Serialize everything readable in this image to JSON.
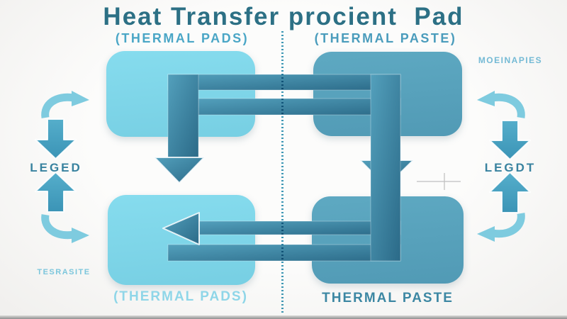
{
  "title": "Heat Transfer procient  Pad",
  "subtitles": {
    "left": "(THERMAL PADS)",
    "right": "(THERMAL PASTE)"
  },
  "bottom_labels": {
    "left": "(THERMAL PADS)",
    "right": "THERMAL PASTE"
  },
  "side": {
    "left_mid": "LEGED",
    "right_mid": "LEGDT",
    "left_bottom": "TESRASITE",
    "top_right": "MOEINAPIES"
  },
  "colors": {
    "title_color": "#2c7085",
    "subtitle_left_color": "#4aa6c6",
    "subtitle_right_color": "#4a9cbc",
    "block_light": "#7ed5e9",
    "block_teal": "#58a2bc",
    "flow_band_start": "#53a0bc",
    "flow_band_end": "#2b6a88",
    "side_arrow_start": "#55aecb",
    "side_arrow_end": "#3b94b6",
    "side_label": "#38829f",
    "small_label_left": "#7cc6dc",
    "small_label_right": "#74bad5",
    "bottom_label_left": "#8fd6e8",
    "bottom_label_dark": "#3c87a3",
    "divider": "#3f9ab8",
    "curved_arrow": "#7ecbdf",
    "marker_gray": "#c2c2c2"
  }
}
